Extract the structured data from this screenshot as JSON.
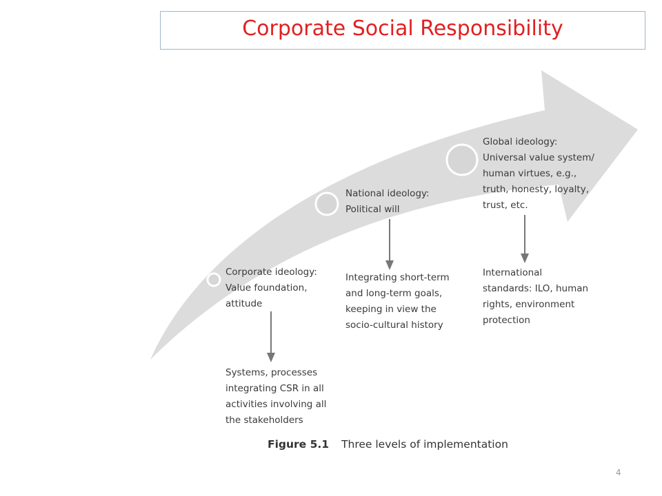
{
  "title": "Corporate Social Responsibility",
  "levels": [
    {
      "heading": "Corporate ideology:\nValue foundation,\nattitude",
      "outcome": "Systems, processes\nintegrating CSR in all\nactivities involving all\nthe stakeholders"
    },
    {
      "heading": "National ideology:\nPolitical will",
      "outcome": "Integrating short-term\nand long-term goals,\nkeeping in view the\nsocio-cultural history"
    },
    {
      "heading": "Global ideology:\nUniversal value system/\nhuman virtues, e.g.,\ntruth, honesty, loyalty,\ntrust, etc.",
      "outcome": "International\nstandards: ILO, human\nrights, environment\nprotection"
    }
  ],
  "caption": {
    "figure_label": "Figure 5.1",
    "text": "Three levels of implementation"
  },
  "page_number": "4",
  "colors": {
    "title": "#e02020",
    "arrow_fill": "#dcdcdc",
    "node_fill": "#d6d6d6",
    "connector": "#777777"
  }
}
